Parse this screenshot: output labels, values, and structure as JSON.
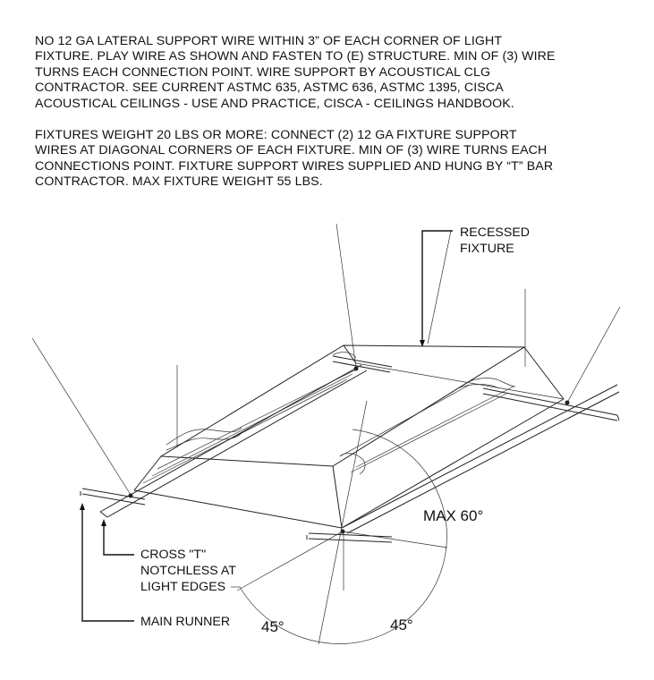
{
  "notes": {
    "note1": "NO 12 GA LATERAL SUPPORT WIRE WITHIN 3” OF EACH CORNER OF LIGHT\nFIXTURE. PLAY WIRE AS SHOWN AND FASTEN TO (E) STRUCTURE. MIN OF (3) WIRE\nTURNS EACH CONNECTION POINT. WIRE SUPPORT BY ACOUSTICAL CLG\nCONTRACTOR. SEE CURRENT ASTMC 635, ASTMC 636, ASTMC 1395, CISCA\nACOUSTICAL CEILINGS - USE AND PRACTICE, CISCA - CEILINGS HANDBOOK.",
    "note2": "FIXTURES WEIGHT 20 LBS OR MORE: CONNECT (2) 12 GA FIXTURE SUPPORT\nWIRES AT DIAGONAL CORNERS OF EACH FIXTURE. MIN OF (3) WIRE TURNS EACH\nCONNECTIONS POINT. FIXTURE SUPPORT WIRES SUPPLIED AND HUNG BY “T” BAR\nCONTRACTOR. MAX FIXTURE WEIGHT 55 LBS."
  },
  "labels": {
    "recessed_1": "RECESSED",
    "recessed_2": "FIXTURE",
    "cross_t_1": "CROSS \"T\"",
    "cross_t_2": "NOTCHLESS AT",
    "cross_t_3": "LIGHT EDGES",
    "main_runner": "MAIN RUNNER",
    "max_angle": "MAX 60°",
    "angle_left": "45°",
    "angle_right": "45°"
  }
}
